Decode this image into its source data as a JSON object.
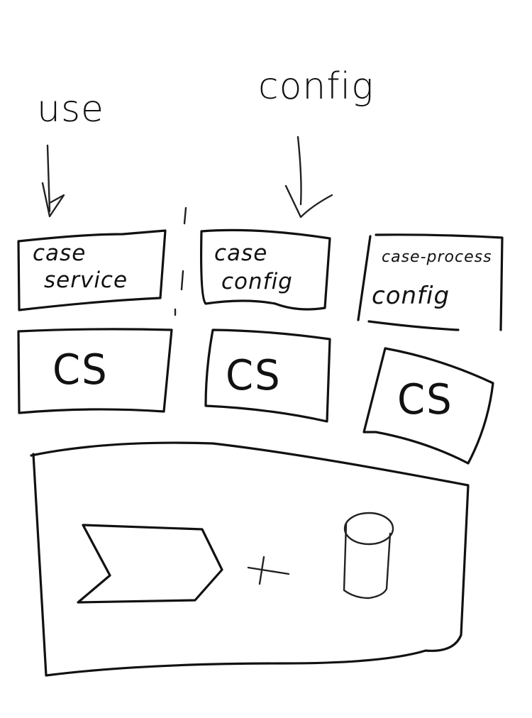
{
  "diagram": {
    "top_labels": {
      "use": "use",
      "config": "config"
    },
    "boxes_top": [
      {
        "line1": "case",
        "line2": "service"
      },
      {
        "line1": "case",
        "line2": "config"
      },
      {
        "line1": "case-process",
        "line2": "config"
      }
    ],
    "boxes_cs": [
      {
        "label": "CS"
      },
      {
        "label": "CS"
      },
      {
        "label": "CS"
      }
    ],
    "platform": {
      "plus": "+",
      "process_shape": "chevron-process-shape",
      "database_shape": "database-cylinder-shape"
    },
    "colors": {
      "ink": "#111111",
      "paper": "#ffffff"
    }
  }
}
